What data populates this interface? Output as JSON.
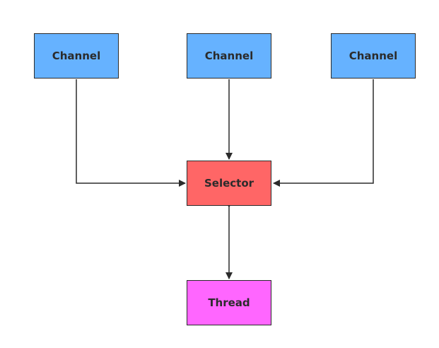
{
  "colors": {
    "channel": "#66b2ff",
    "selector": "#ff6666",
    "thread": "#ff66ff",
    "stroke": "#2b2b2b",
    "background": "#ffffff"
  },
  "nodes": {
    "channel_1": "Channel",
    "channel_2": "Channel",
    "channel_3": "Channel",
    "selector": "Selector",
    "thread": "Thread"
  }
}
